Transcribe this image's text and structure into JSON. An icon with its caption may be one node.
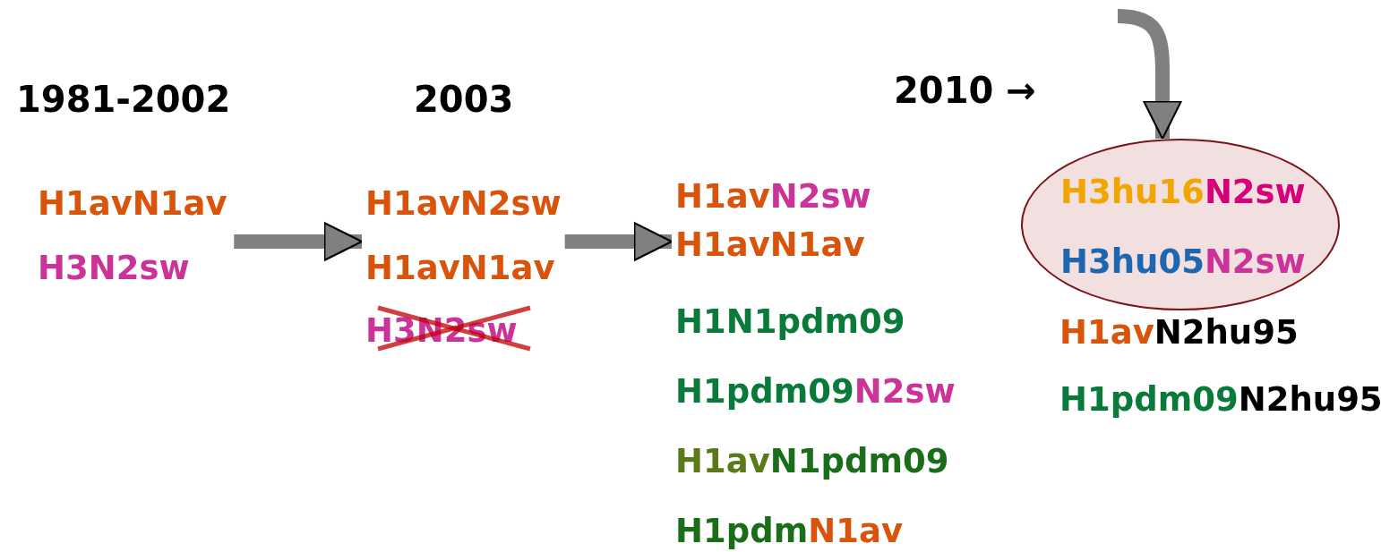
{
  "diagram": {
    "nodes": [
      {
        "text": [
          "1981-2002",
          "H1avN1av",
          "H3N2sw"
        ]
      },
      {
        "text": [
          "2003",
          "H1avN2sw",
          "H1avN1av",
          "H3N2sw"
        ]
      },
      {
        "text": [
          "H1avN2sw",
          "H1avN1av",
          "H1N1pdm09",
          "H1pdm09N2sw",
          "H1avN1pdm09",
          "H1pdmN1av"
        ]
      },
      {
        "text": [
          "H3hu16N2sw",
          "H3hu05N2sw"
        ]
      }
    ],
    "edges": [
      {
        "from": 0,
        "to": 1,
        "arrow": "to"
      },
      {
        "from": 1,
        "to": 2,
        "arrow": "to"
      },
      {
        "from": null,
        "to": 3,
        "arrow": "to"
      }
    ],
    "labels": [
      "2010 →",
      "H1avN2hu95",
      "H1pdm09N2hu95"
    ]
  }
}
